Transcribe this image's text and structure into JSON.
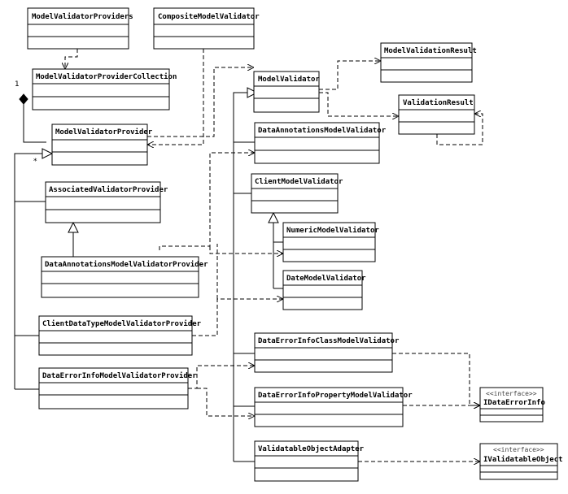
{
  "classes": {
    "model_validator_providers": "ModelValidatorProviders",
    "composite_model_validator": "CompositeModelValidator",
    "model_validator_provider_collection": "ModelValidatorProviderCollection",
    "model_validation_result": "ModelValidationResult",
    "model_validator": "ModelValidator",
    "validation_result": "ValidationResult",
    "model_validator_provider": "ModelValidatorProvider",
    "data_annotations_model_validator": "DataAnnotationsModelValidator",
    "associated_validator_provider": "AssociatedValidatorProvider",
    "client_model_validator": "ClientModelValidator",
    "numeric_model_validator": "NumericModelValidator",
    "data_annotations_model_validator_provider": "DataAnnotationsModelValidatorProvider",
    "date_model_validator": "DateModelValidator",
    "client_data_type_model_validator_provider": "ClientDataTypeModelValidatorProvider",
    "data_error_info_class_model_validator": "DataErrorInfoClassModelValidator",
    "data_error_info_model_validator_provider": "DataErrorInfoModelValidatorProvider",
    "data_error_info_property_model_validator": "DataErrorInfoPropertyModelValidator",
    "i_data_error_info": "IDataErrorInfo",
    "validatable_object_adapter": "ValidatableObjectAdapter",
    "i_validatable_object": "IValidatableObject"
  },
  "stereotypes": {
    "interface": "<<interface>>"
  },
  "multiplicity": {
    "one": "1",
    "many": "*"
  }
}
